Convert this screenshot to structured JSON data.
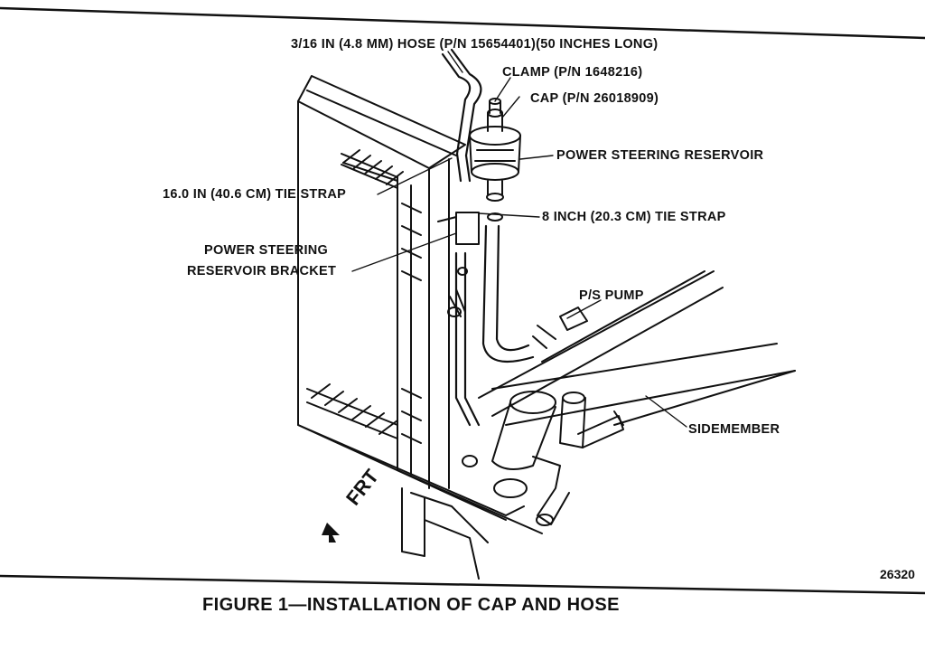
{
  "labels": {
    "hose": "3/16 IN (4.8 MM) HOSE (P/N 15654401)(50 INCHES LONG)",
    "clamp": "CLAMP (P/N 1648216)",
    "cap": "CAP (P/N 26018909)",
    "reservoir": "POWER STEERING RESERVOIR",
    "tie_strap_16": "16.0 IN (40.6 CM) TIE STRAP",
    "tie_strap_8": "8 INCH (20.3 CM) TIE STRAP",
    "bracket_line1": "POWER STEERING",
    "bracket_line2": "RESERVOIR BRACKET",
    "pump": "P/S PUMP",
    "sidemember": "SIDEMEMBER",
    "front": "FRT"
  },
  "figure_number": "26320",
  "caption": "FIGURE 1—INSTALLATION OF CAP AND HOSE"
}
